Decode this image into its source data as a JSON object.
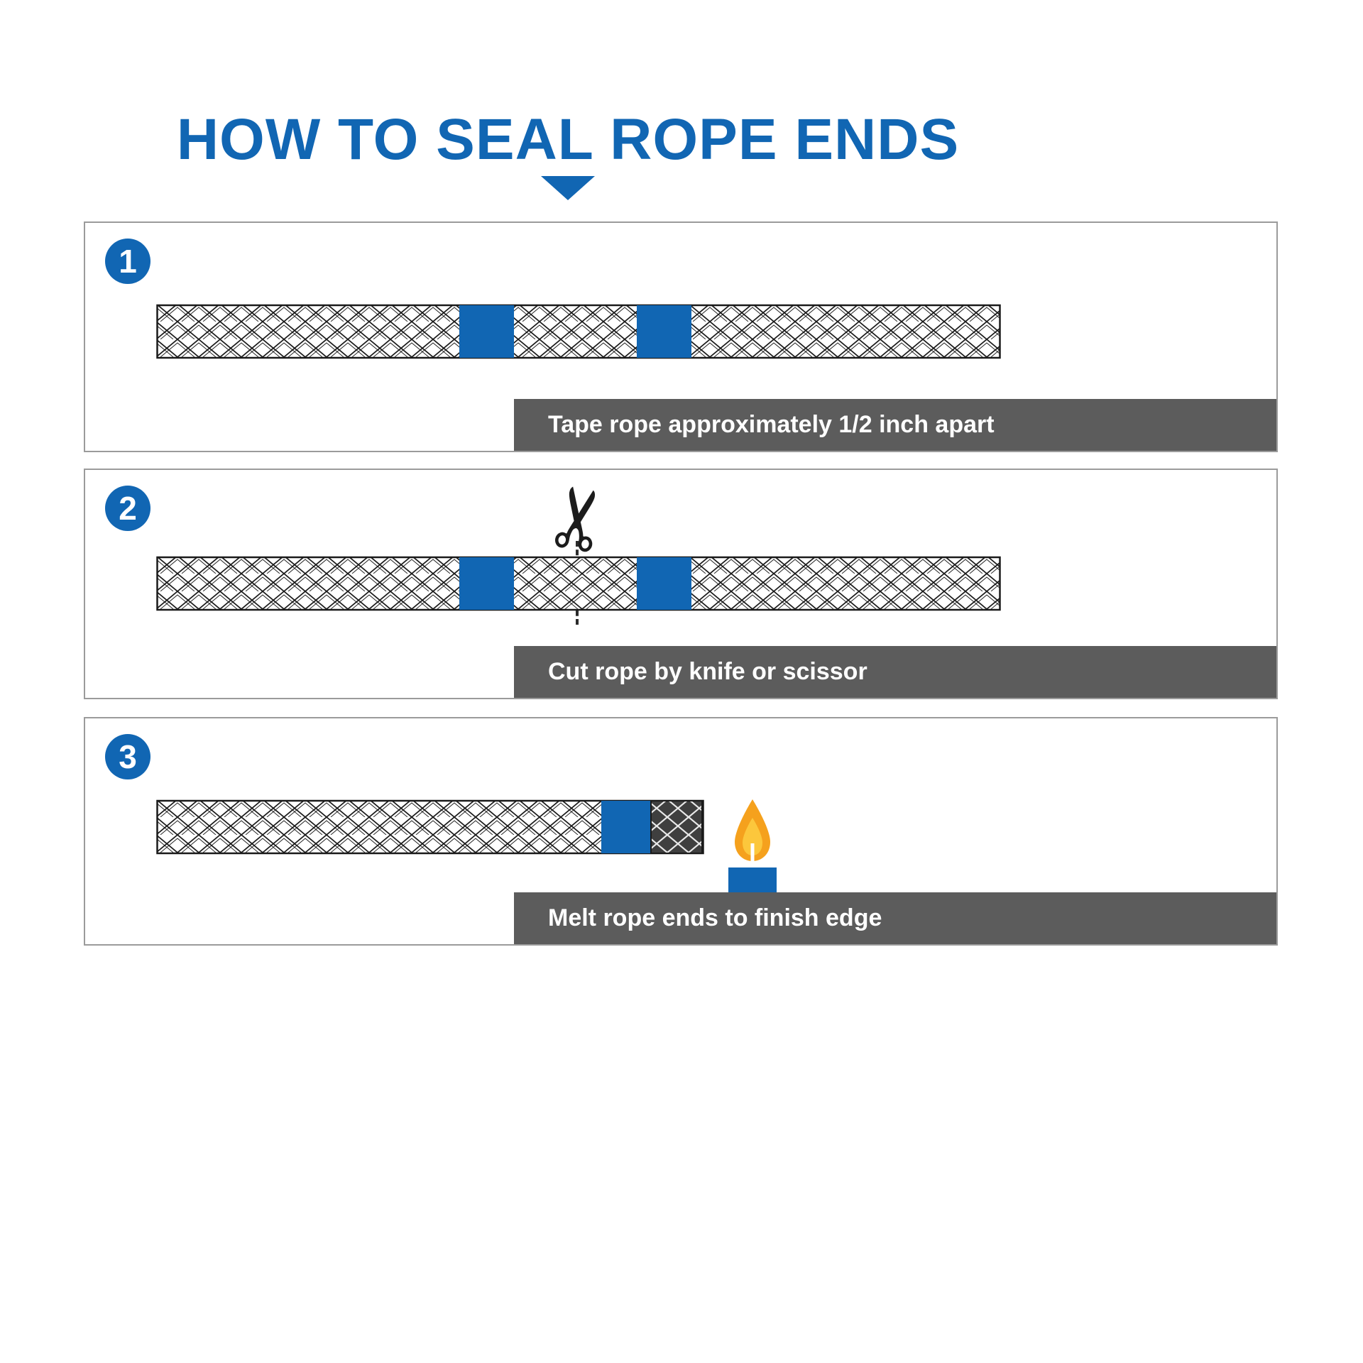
{
  "title": "HOW TO SEAL ROPE ENDS",
  "steps": [
    {
      "number": "1",
      "caption": "Tape rope approximately 1/2 inch apart"
    },
    {
      "number": "2",
      "caption": "Cut rope by knife or scissor"
    },
    {
      "number": "3",
      "caption": "Melt rope ends to finish edge"
    }
  ],
  "glyphs": {
    "scissors": "✂"
  },
  "icons": {
    "arrow_down": "triangle-down-icon",
    "scissors": "scissors-icon",
    "cut_line": "dashed-cut-line",
    "candle": "candle-icon",
    "flame": "flame-icon",
    "rope": "braided-rope",
    "tape": "tape-band",
    "melted_end": "melted-rope-end"
  },
  "colors": {
    "accent_blue": "#1166b3",
    "tape_blue": "#1166b3",
    "caption_background": "#5c5c5c",
    "caption_text": "#ffffff",
    "panel_border": "#9b9b9b",
    "rope_outline": "#1a1a1a",
    "melted_end_fill": "#4a4a4a",
    "flame_orange": "#f5a11d",
    "flame_yellow": "#fcc73c"
  }
}
